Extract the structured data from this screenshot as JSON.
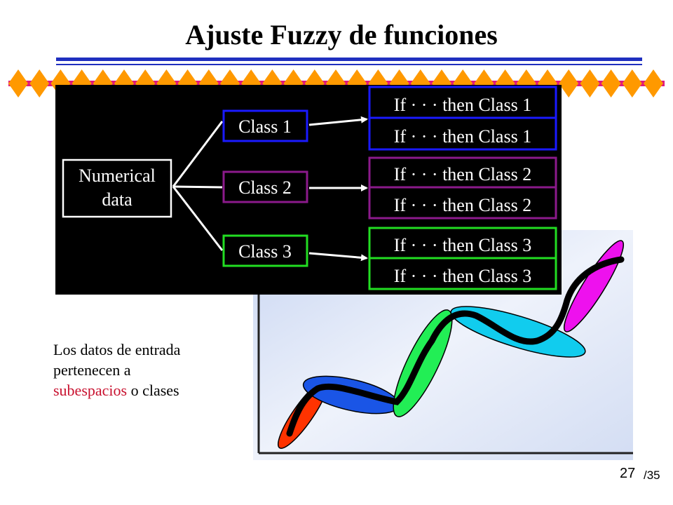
{
  "title": "Ajuste Fuzzy de funciones",
  "diagram": {
    "input_label_line1": "Numerical",
    "input_label_line2": "data",
    "classes": [
      "Class 1",
      "Class 2",
      "Class 3"
    ],
    "rules": [
      "If · · · then Class 1",
      "If · · · then Class 1",
      "If · · · then Class 2",
      "If · · · then Class 2",
      "If · · · then Class 3",
      "If · · · then Class 3"
    ],
    "colors": {
      "class1": "#1a1aff",
      "class2": "#8b1a8b",
      "class3": "#22dd22"
    }
  },
  "body_text": {
    "line1": "Los datos de entrada",
    "line2": "pertenecen a",
    "highlight": "subespacios",
    "line3_rest": " o clases"
  },
  "page": {
    "current": "27",
    "total": "/35"
  },
  "colors": {
    "title_rule": "#1f2fbf",
    "band_line": "#e0197d",
    "diamond": "#ff9900",
    "highlight": "#c8102e",
    "fig_background": "#dde5f5",
    "ellipse_red": "#ff3300",
    "ellipse_blue": "#1a55e6",
    "ellipse_green": "#22ee55",
    "ellipse_cyan": "#11ccee",
    "ellipse_magenta": "#ee11ee"
  }
}
